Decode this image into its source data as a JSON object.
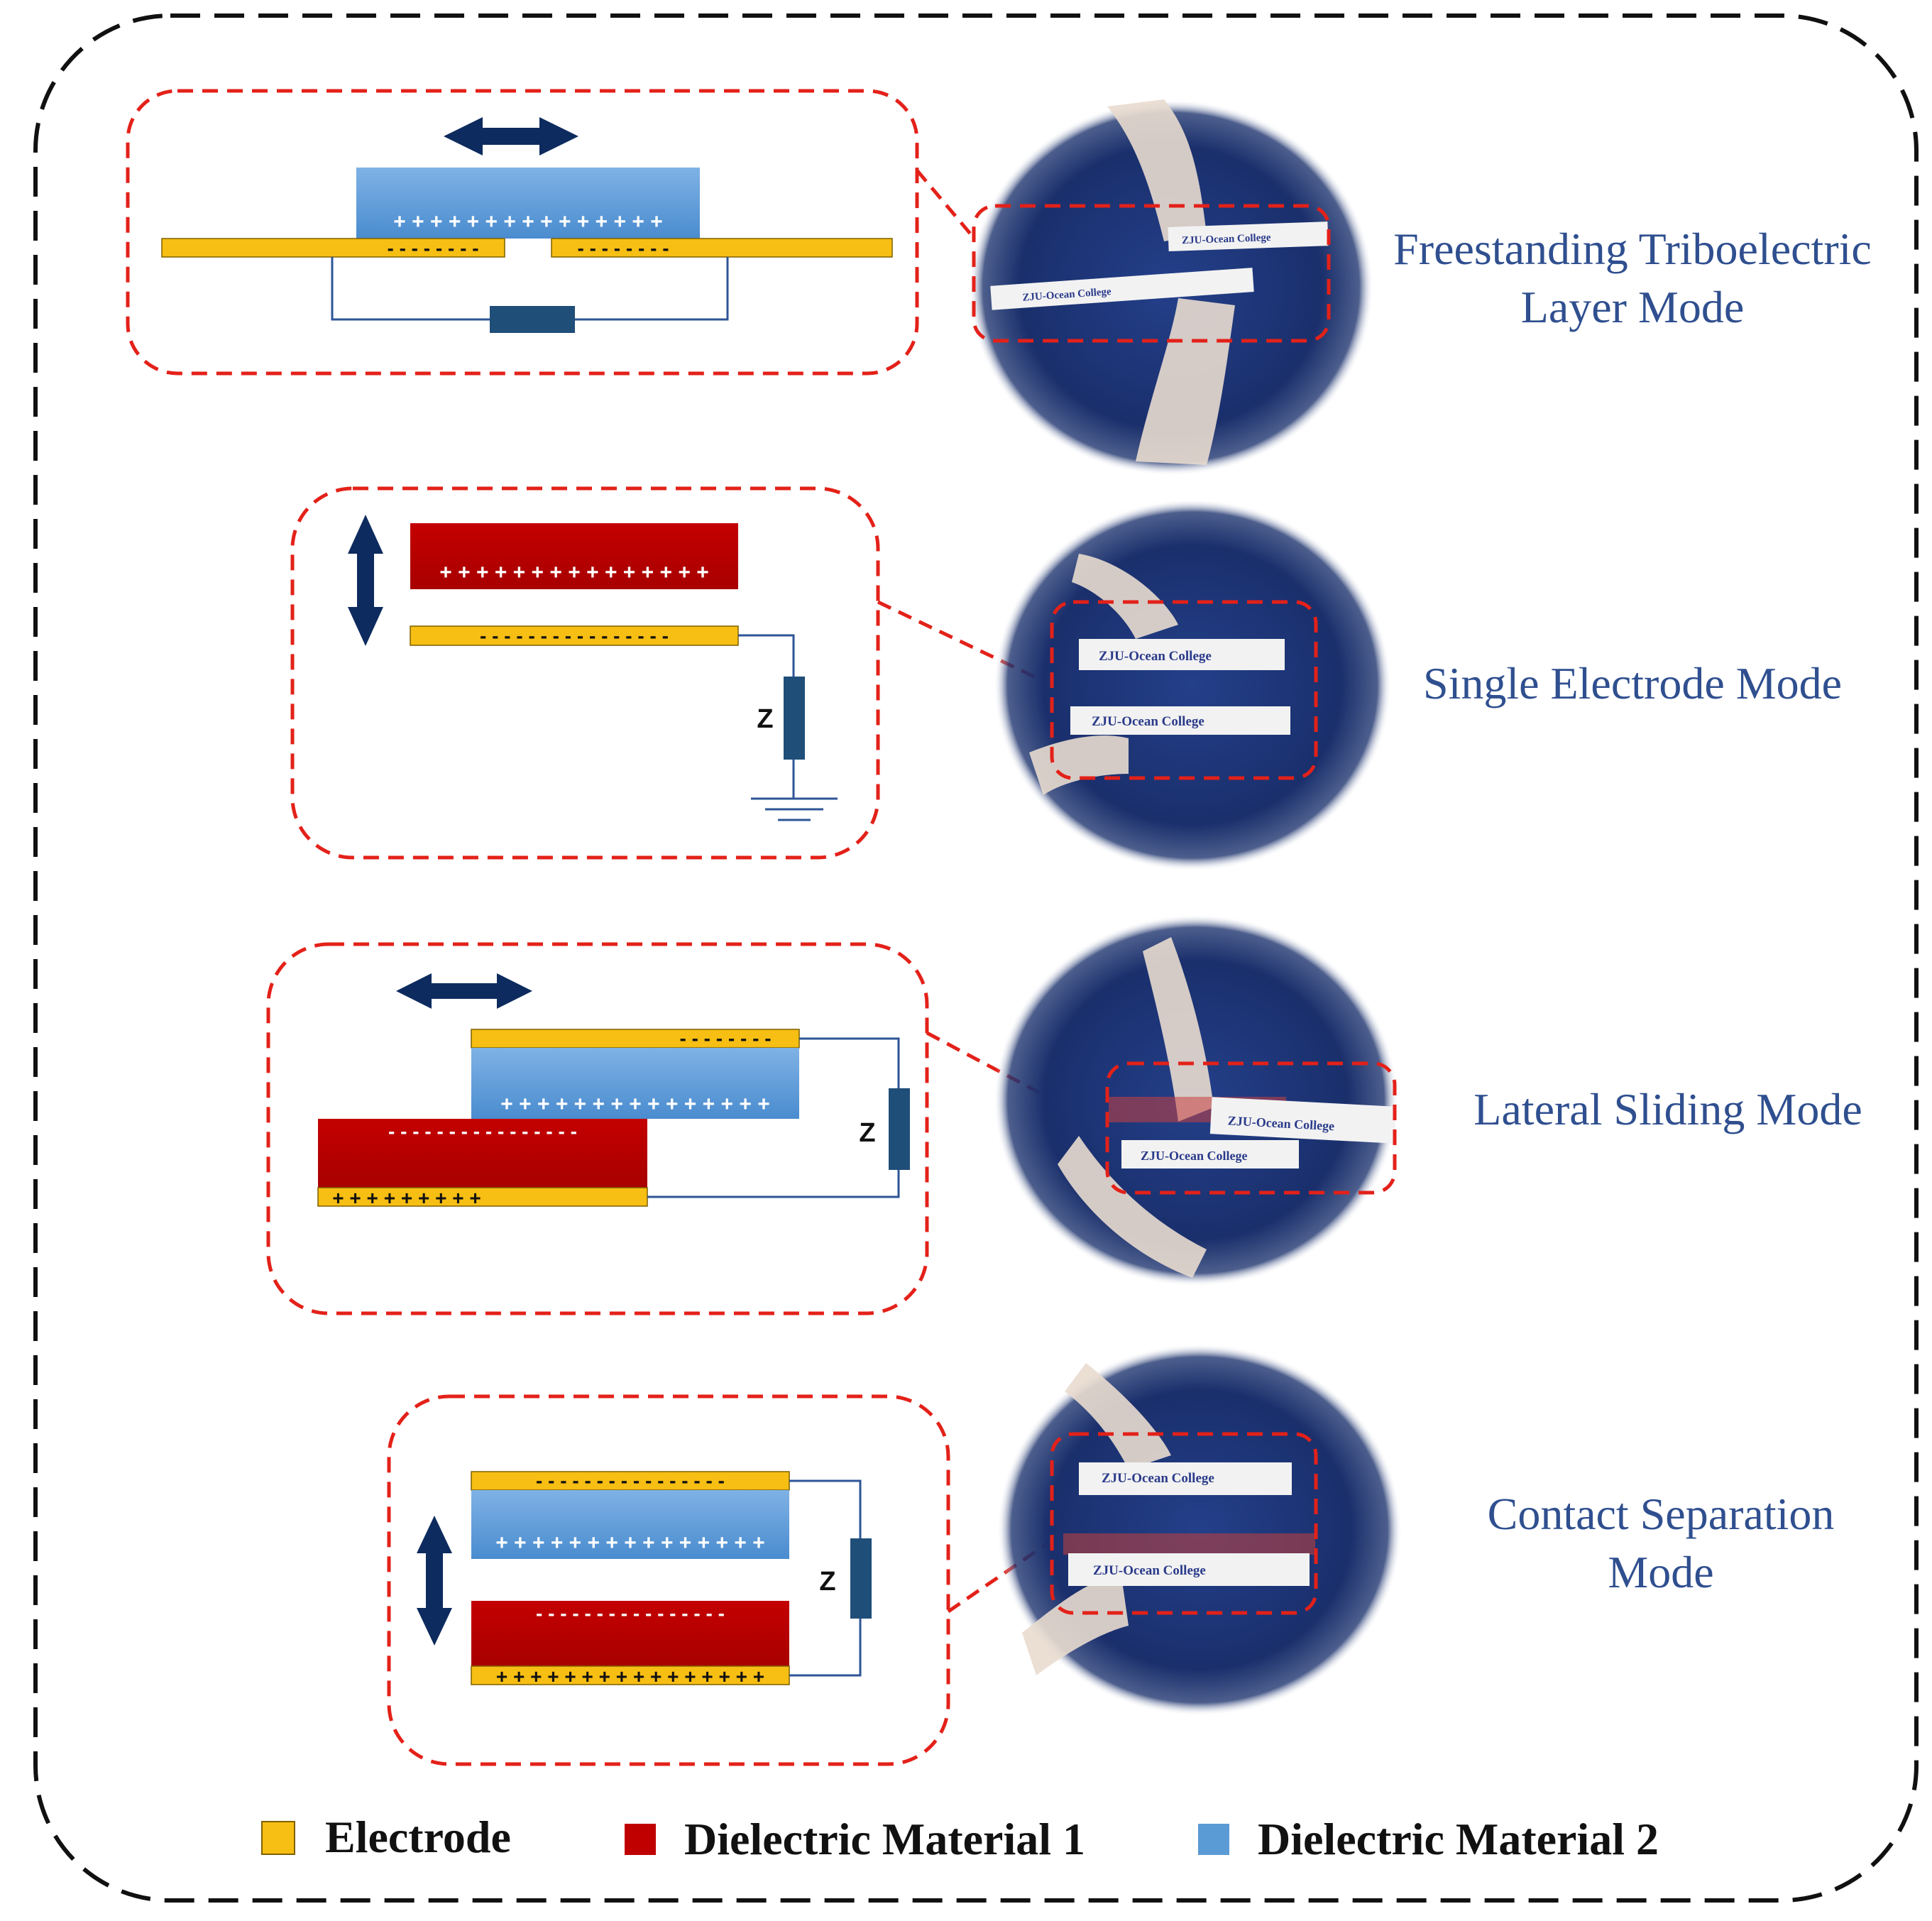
{
  "colors": {
    "electrode": "#F7BE13",
    "dielectric1": "#C00000",
    "dielectric2": "#5B9BD5",
    "wire": "#2E5597",
    "load": "#1F4E79",
    "arrow": "#0D2B5E",
    "dash_red": "#E32119",
    "label_blue": "#2F4F8F",
    "photo_bg": "#1B2F6B"
  },
  "modes": [
    {
      "label_line1": "Freestanding Triboelectric",
      "label_line2": "Layer Mode",
      "top_charges": "+ + + + + + + + + + + + + + +",
      "left_charges": "- - - - - - - -",
      "right_charges": "- - - - - - - -",
      "photo_labels": [
        "ZJU-Ocean College",
        "ZJU-Ocean College"
      ]
    },
    {
      "label_line1": "Single Electrode Mode",
      "label_line2": "",
      "top_charges": "+ + + + + + + + + + + + + + +",
      "electrode_charges": "- - - - - - - - - - - - - - - -",
      "load_label": "Z",
      "photo_labels": [
        "ZJU-Ocean College",
        "ZJU-Ocean College"
      ]
    },
    {
      "label_line1": "Lateral Sliding Mode",
      "label_line2": "",
      "top_electrode_charges": "- - - - - - - -",
      "blue_charges": "+ + + + + + + + + + + + + + +",
      "red_charges": "- - - - - - - - - - - - - - - -",
      "bottom_electrode_charges": "+ + + + + + + + +",
      "load_label": "Z",
      "photo_labels": [
        "ZJU-Ocean College",
        "ZJU-Ocean College"
      ]
    },
    {
      "label_line1": "Contact Separation",
      "label_line2": "Mode",
      "top_electrode_charges": "- - - - - - - - - - - - - - - -",
      "blue_charges": "+ + + + + + + + + + + + + + +",
      "red_charges": "- - - - - - - - - - - - - - - -",
      "bottom_electrode_charges": "+ + + + + + + + + + + + + + + +",
      "load_label": "Z",
      "photo_labels": [
        "ZJU-Ocean College",
        "ZJU-Ocean College"
      ]
    }
  ],
  "legend": {
    "electrode": "Electrode",
    "dielectric1": "Dielectric Material 1",
    "dielectric2": "Dielectric Material 2"
  }
}
